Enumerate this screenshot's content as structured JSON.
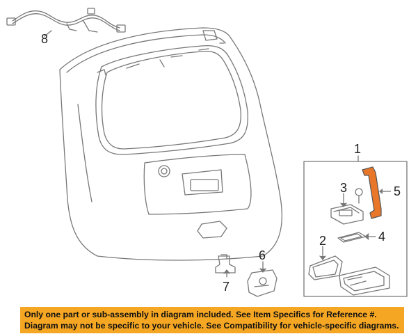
{
  "callouts": {
    "c1": "1",
    "c2": "2",
    "c3": "3",
    "c4": "4",
    "c5": "5",
    "c6": "6",
    "c7": "7",
    "c8": "8"
  },
  "notice": {
    "line1": "Only one part or sub-assembly in diagram included. See Item Specifics for Reference #.",
    "line2": "Diagram may not be specific to your vehicle. See Compatibility for vehicle-specific diagrams."
  },
  "colors": {
    "line_art": "#777777",
    "highlight_part": "#e9772a",
    "notice_background": "#f5a623",
    "notice_text": "#111111"
  }
}
